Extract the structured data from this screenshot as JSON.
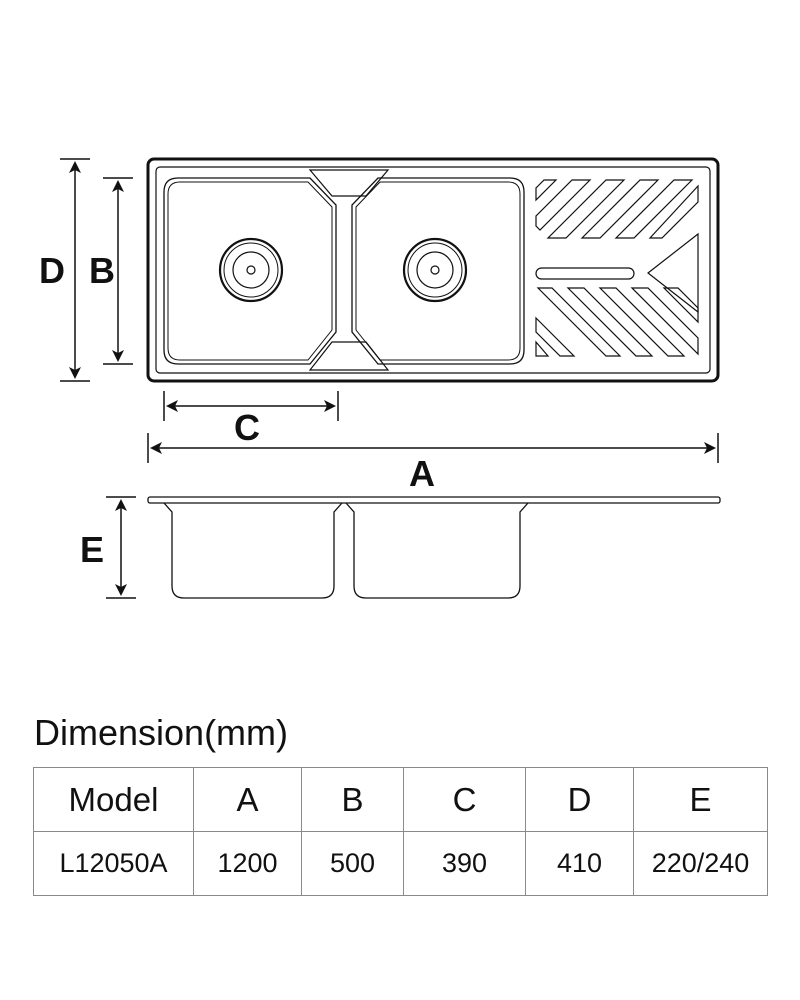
{
  "diagram": {
    "labels": {
      "A": "A",
      "B": "B",
      "C": "C",
      "D": "D",
      "E": "E"
    }
  },
  "dimensions": {
    "title": "Dimension(mm)",
    "headers": [
      "Model",
      "A",
      "B",
      "C",
      "D",
      "E"
    ],
    "rows": [
      [
        "L12050A",
        "1200",
        "500",
        "390",
        "410",
        "220/240"
      ]
    ]
  }
}
